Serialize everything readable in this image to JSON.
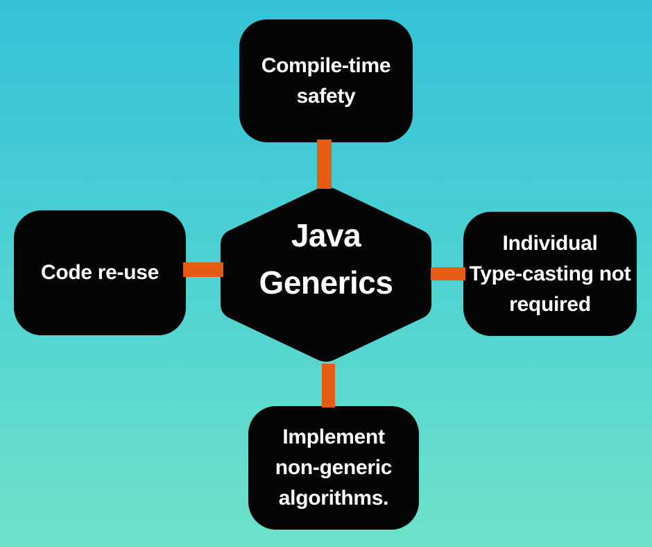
{
  "diagram": {
    "center": {
      "lines": [
        "Java",
        "Generics"
      ],
      "label": "Java Generics"
    },
    "nodes": [
      {
        "id": "top",
        "label": "Compile-time safety",
        "lines": [
          "Compile-time",
          "safety"
        ]
      },
      {
        "id": "left",
        "label": "Code re-use",
        "lines": [
          "Code re-use"
        ]
      },
      {
        "id": "right",
        "label": "Individual Type-casting not required",
        "lines": [
          "Individual",
          "Type-casting not",
          "required"
        ]
      },
      {
        "id": "bottom",
        "label": "Implement non-generic algorithms.",
        "lines": [
          "Implement",
          "non-generic",
          "algorithms."
        ]
      }
    ],
    "colors": {
      "background_top": "#33c2d7",
      "background_bottom": "#6de2c9",
      "node_fill": "#050505",
      "connector": "#e75c15",
      "text": "#ffffff"
    }
  }
}
